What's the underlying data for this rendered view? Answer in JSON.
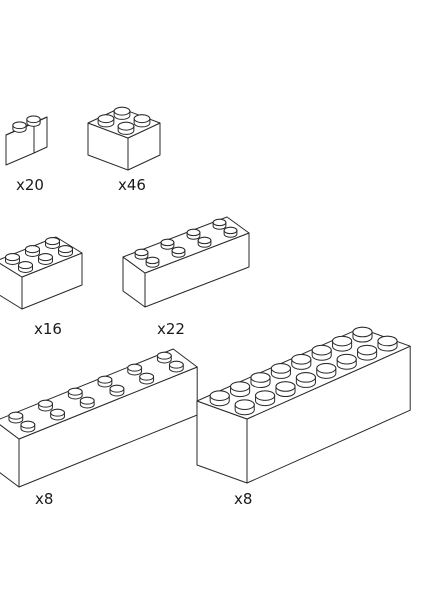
{
  "sheet": {
    "background": "#ffffff",
    "stroke": "#2a2a2a",
    "bricks": [
      {
        "name": "brick-2x1",
        "studs_long": 2,
        "studs_wide": 1,
        "count": "x20",
        "icon": "brick-icon-2x1"
      },
      {
        "name": "brick-2x2",
        "studs_long": 2,
        "studs_wide": 2,
        "count": "x46",
        "icon": "brick-icon-2x2"
      },
      {
        "name": "brick-3x2",
        "studs_long": 3,
        "studs_wide": 2,
        "count": "x16",
        "icon": "brick-icon-3x2"
      },
      {
        "name": "brick-4x2",
        "studs_long": 4,
        "studs_wide": 2,
        "count": "x22",
        "icon": "brick-icon-4x2"
      },
      {
        "name": "brick-6x2",
        "studs_long": 6,
        "studs_wide": 2,
        "count": "x8",
        "icon": "brick-icon-6x2"
      },
      {
        "name": "brick-8x2",
        "studs_long": 8,
        "studs_wide": 2,
        "count": "x8",
        "icon": "brick-icon-8x2"
      }
    ]
  }
}
